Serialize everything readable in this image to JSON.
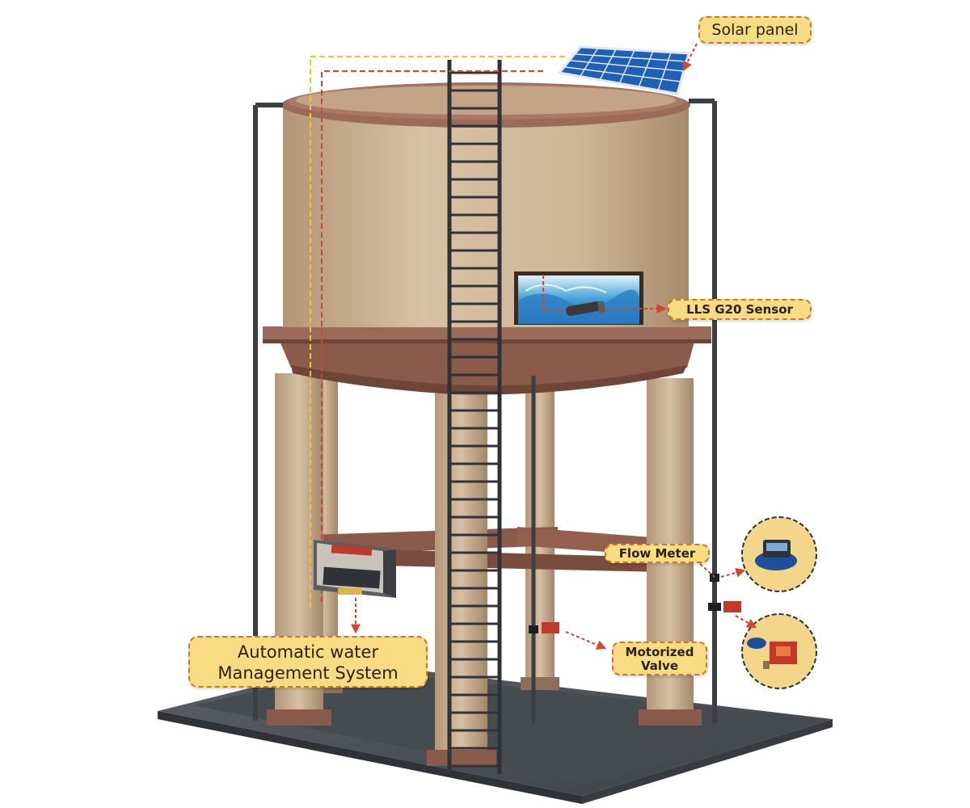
{
  "labels": {
    "solar_panel": "Solar panel",
    "sensor": "LLS G20 Sensor",
    "flow_meter": "Flow Meter",
    "motorized_valve": [
      "Motorized",
      "Valve"
    ],
    "awms": [
      "Automatic water",
      "Management System"
    ]
  },
  "colors": {
    "concrete": "#c9ad8e",
    "rust": "#8a5a4a",
    "base": "#4d5257",
    "label_fill": "#f7dc84",
    "label_border": "#c9772b",
    "arrow": "#d2462e",
    "wire_yellow": "#f2c230"
  }
}
